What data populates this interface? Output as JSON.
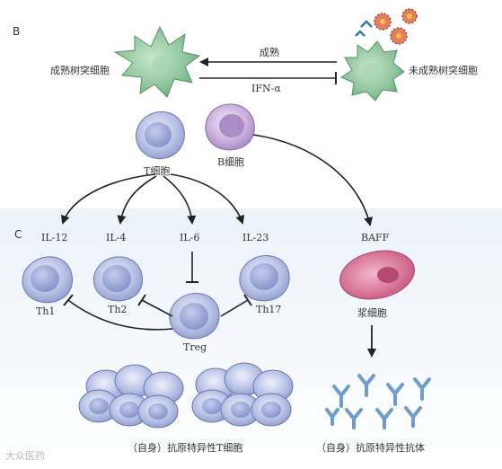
{
  "panels": {
    "b": "B",
    "c": "C"
  },
  "labels": {
    "mature_dc": "成熟树突细胞",
    "immature_dc": "未成熟树突细胞",
    "maturation": "成熟",
    "ifn": "IFN-α",
    "t_cell": "T细胞",
    "b_cell": "B细胞",
    "il12": "IL-12",
    "il4": "IL-4",
    "il6": "IL-6",
    "il23": "IL-23",
    "baff": "BAFF",
    "th1": "Th1",
    "th2": "Th2",
    "th17": "Th17",
    "treg": "Treg",
    "plasma": "浆细胞",
    "t_specific": "（自身）抗原特异性T细胞",
    "antibody": "（自身）抗原特异性抗体"
  },
  "watermark": "大众医药",
  "colors": {
    "dc_green": "#8cc49a",
    "t_cell_blue": "#b8c2e6",
    "b_cell_purple": "#c9b2dc",
    "plasma_pink": "#d9789c",
    "antibody_blue": "#6f9cc8",
    "band_blue": "#e2edf8"
  }
}
